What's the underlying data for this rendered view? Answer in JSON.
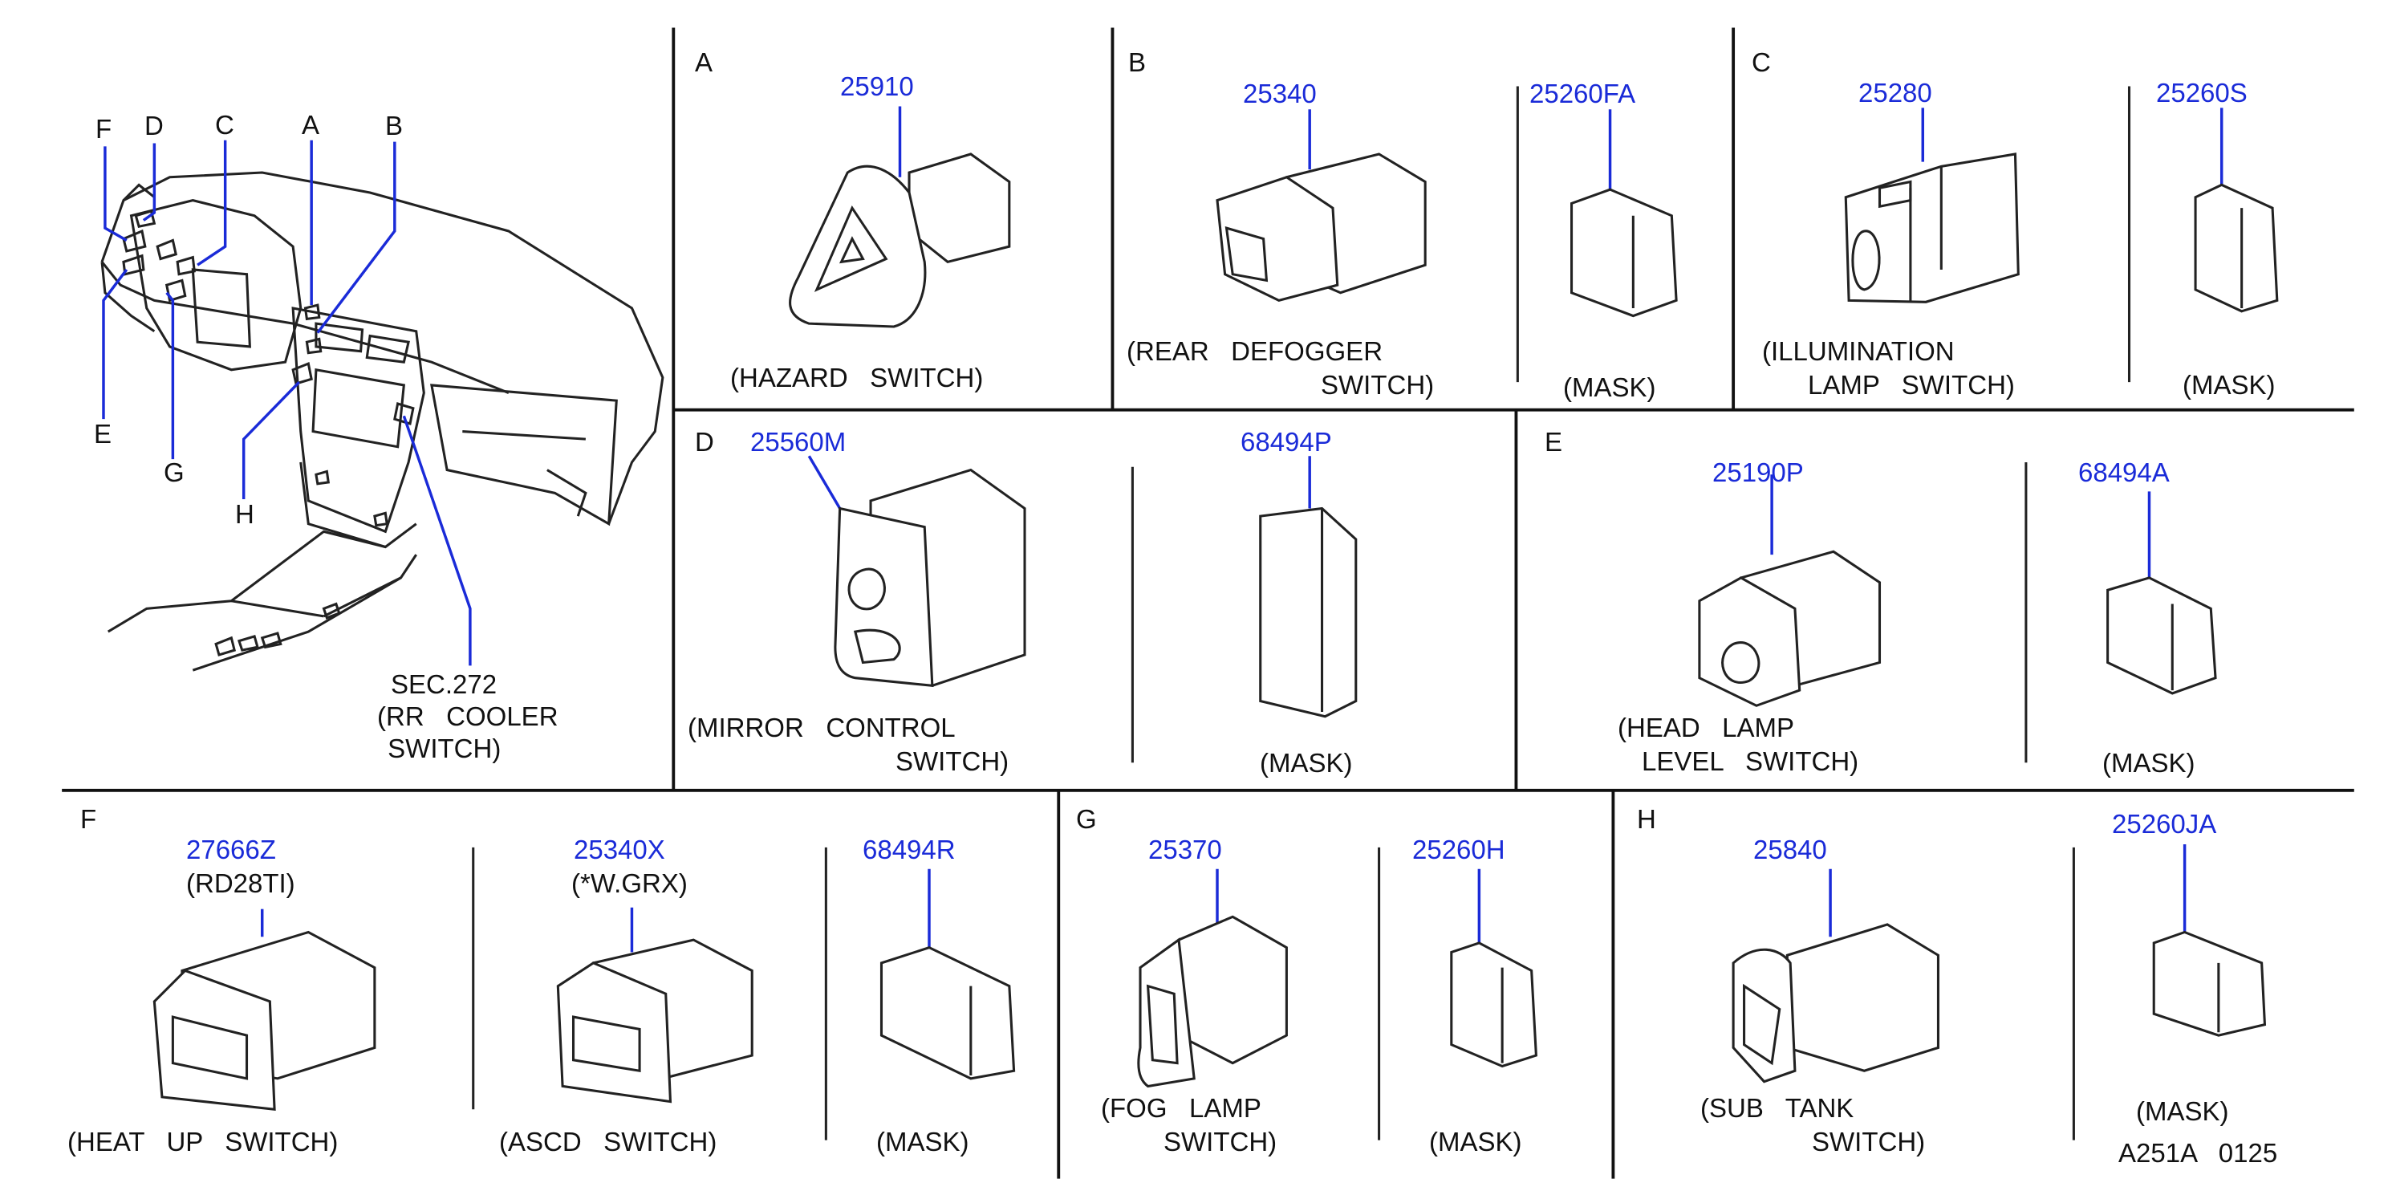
{
  "overview": {
    "callouts": {
      "F": "F",
      "D": "D",
      "C": "C",
      "A": "A",
      "B": "B",
      "E": "E",
      "G": "G",
      "H": "H"
    },
    "sec_note": [
      "SEC.272",
      "(RR   COOLER",
      " SWITCH)"
    ]
  },
  "sections": {
    "A": {
      "letter": "A",
      "parts": [
        {
          "number": "25910",
          "caption": [
            "(HAZARD   SWITCH)"
          ]
        }
      ]
    },
    "B": {
      "letter": "B",
      "parts": [
        {
          "number": "25340",
          "caption": [
            "(REAR   DEFOGGER",
            "SWITCH)"
          ]
        },
        {
          "number": "25260FA",
          "caption": [
            "(MASK)"
          ]
        }
      ]
    },
    "C": {
      "letter": "C",
      "parts": [
        {
          "number": "25280",
          "caption": [
            "(ILLUMINATION",
            "LAMP   SWITCH)"
          ]
        },
        {
          "number": "25260S",
          "caption": [
            "(MASK)"
          ]
        }
      ]
    },
    "D": {
      "letter": "D",
      "parts": [
        {
          "number": "25560M",
          "caption": [
            "(MIRROR   CONTROL",
            "SWITCH)"
          ]
        },
        {
          "number": "68494P",
          "caption": [
            "(MASK)"
          ]
        }
      ]
    },
    "E": {
      "letter": "E",
      "parts": [
        {
          "number": "25190P",
          "caption": [
            "(HEAD   LAMP",
            "LEVEL   SWITCH)"
          ]
        },
        {
          "number": "68494A",
          "caption": [
            "(MASK)"
          ]
        }
      ]
    },
    "F": {
      "letter": "F",
      "parts": [
        {
          "number": "27666Z",
          "note": "(RD28TI)",
          "caption": [
            "(HEAT   UP   SWITCH)"
          ]
        },
        {
          "number": "25340X",
          "note": "(*W.GRX)",
          "caption": [
            "(ASCD   SWITCH)"
          ]
        },
        {
          "number": "68494R",
          "caption": [
            "(MASK)"
          ]
        }
      ]
    },
    "G": {
      "letter": "G",
      "parts": [
        {
          "number": "25370",
          "caption": [
            "(FOG   LAMP",
            "SWITCH)"
          ]
        },
        {
          "number": "25260H",
          "caption": [
            "(MASK)"
          ]
        }
      ]
    },
    "H": {
      "letter": "H",
      "parts": [
        {
          "number": "25840",
          "caption": [
            "(SUB   TANK",
            "SWITCH)"
          ]
        },
        {
          "number": "25260JA",
          "caption": [
            "(MASK)"
          ]
        }
      ]
    }
  },
  "footer": {
    "code": "A251A   0125"
  },
  "colors": {
    "part_number": "#1a2bd8",
    "line": "#111111"
  }
}
